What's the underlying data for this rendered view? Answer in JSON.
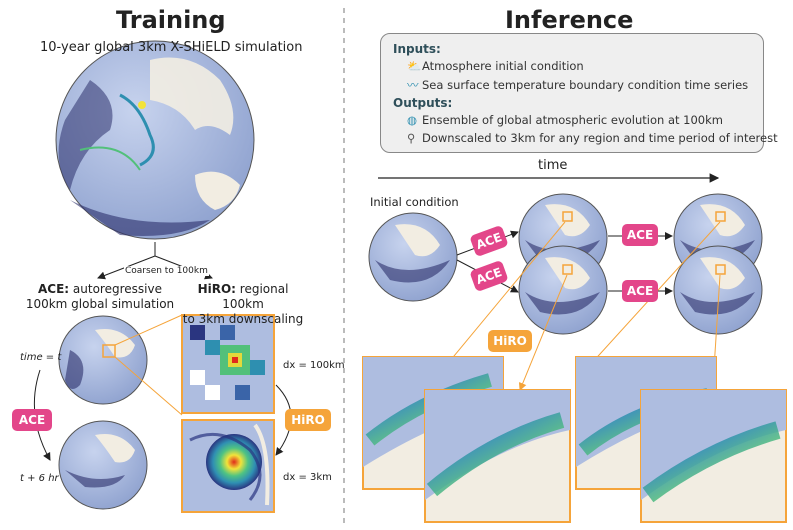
{
  "training": {
    "title": "Training",
    "subtitle": "10-year global 3km X-SHiELD simulation",
    "coarsen_label": "Coarsen to 100km",
    "ace_bold": "ACE:",
    "ace_desc_1": "autoregressive",
    "ace_desc_2": "100km global simulation",
    "hiro_bold": "HiRO:",
    "hiro_desc_1": "regional 100km",
    "hiro_desc_2": "to 3km downscaling",
    "time_t": "time = t",
    "time_t6": "t + 6 hr",
    "dx_100": "dx = 100km",
    "dx_3": "dx = 3km",
    "ace_label": "ACE",
    "hiro_label": "HiRO"
  },
  "inference": {
    "title": "Inference",
    "inputs_header": "Inputs:",
    "inputs": [
      {
        "icon": "sun-cloud-icon",
        "text": "Atmosphere initial condition"
      },
      {
        "icon": "wave-icon",
        "text": "Sea surface temperature boundary condition time series"
      }
    ],
    "outputs_header": "Outputs:",
    "outputs": [
      {
        "icon": "globe-icon",
        "text": "Ensemble of global atmospheric evolution at 100km"
      },
      {
        "icon": "magnifier-icon",
        "text": "Downscaled to 3km for any region and time period of interest"
      }
    ],
    "time_label": "time",
    "initial_condition": "Initial condition",
    "ace_label": "ACE",
    "hiro_label": "HiRO"
  },
  "colors": {
    "ace": "#e3468a",
    "hiro": "#f5a43a",
    "ocean": "#aebde0",
    "land": "#f2ede2",
    "cloud": "#2b2f6b"
  }
}
